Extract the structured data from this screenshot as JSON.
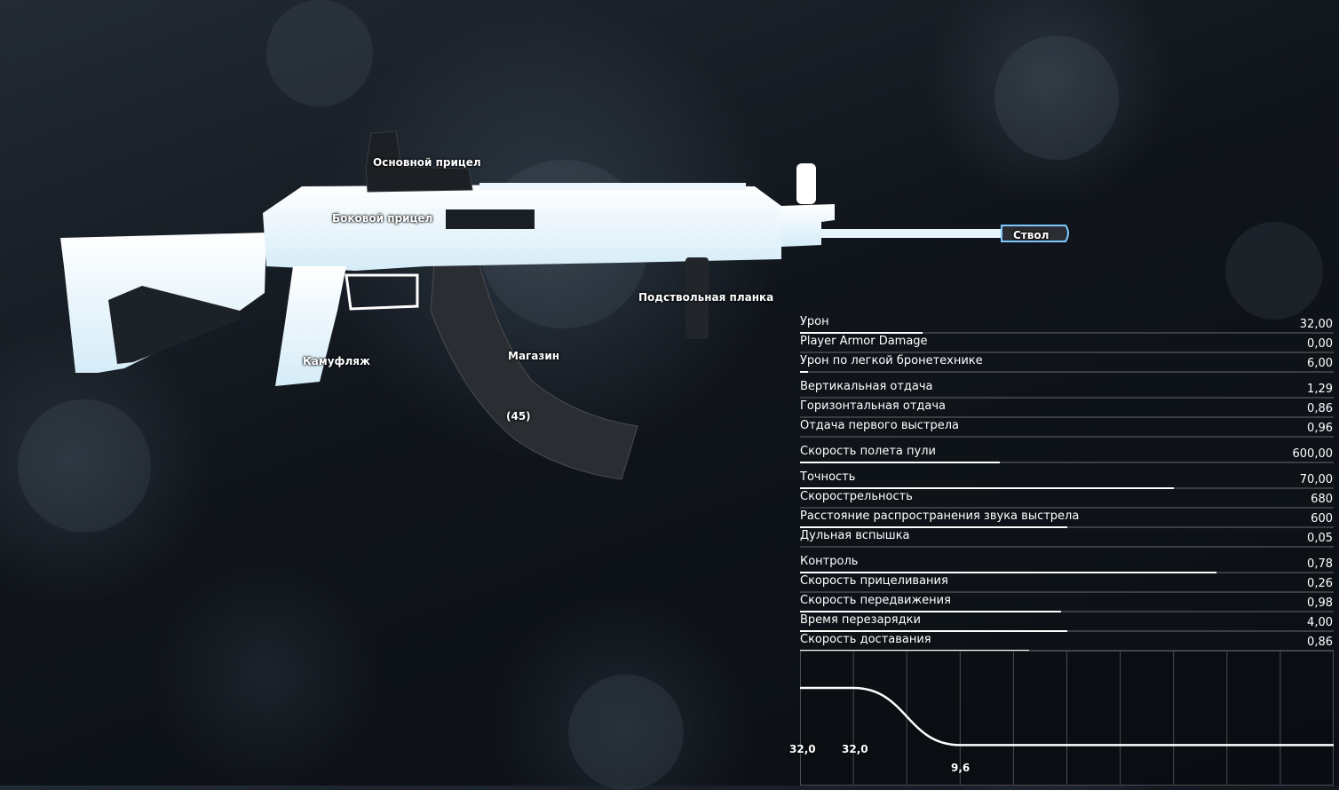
{
  "attachments": [
    {
      "id": "optic",
      "label": "Основной прицел",
      "ghost": false
    },
    {
      "id": "side-sight",
      "label": "Боковой прицел",
      "ghost": false
    },
    {
      "id": "muzzle",
      "label": "Ствол",
      "ghost": false
    },
    {
      "id": "rail",
      "label": "Подствольная планка",
      "ghost": false
    },
    {
      "id": "camo",
      "label": "Камуфляж",
      "ghost": false
    },
    {
      "id": "magazine",
      "label": "Магазин",
      "ghost": false
    },
    {
      "id": "magazine-count",
      "label": "(45)",
      "ghost": false
    }
  ],
  "stats": [
    {
      "name": "Урон",
      "value": "32,00",
      "fill": 0.23,
      "group_start": false
    },
    {
      "name": "Player Armor Damage",
      "value": "0,00",
      "fill": 0.0,
      "group_start": false
    },
    {
      "name": "Урон по легкой бронетехнике",
      "value": "6,00",
      "fill": 0.015,
      "group_start": false
    },
    {
      "name": "Вертикальная отдача",
      "value": "1,29",
      "fill": 0.0,
      "group_start": true
    },
    {
      "name": "Горизонтальная отдача",
      "value": "0,86",
      "fill": 0.0,
      "group_start": false
    },
    {
      "name": "Отдача первого выстрела",
      "value": "0,96",
      "fill": 0.0,
      "group_start": false
    },
    {
      "name": "Скорость полета пули",
      "value": "600,00",
      "fill": 0.375,
      "group_start": true
    },
    {
      "name": "Точность",
      "value": "70,00",
      "fill": 0.7,
      "group_start": true
    },
    {
      "name": "Скорострельность",
      "value": "680",
      "fill": 0.0,
      "group_start": false
    },
    {
      "name": "Расстояние распространения звука выстрела",
      "value": "600",
      "fill": 0.5,
      "group_start": false
    },
    {
      "name": "Дульная вспышка",
      "value": "0,05",
      "fill": 0.0,
      "group_start": false
    },
    {
      "name": "Контроль",
      "value": "0,78",
      "fill": 0.78,
      "group_start": true
    },
    {
      "name": "Скорость прицеливания",
      "value": "0,26",
      "fill": 0.0,
      "group_start": false
    },
    {
      "name": "Скорость передвижения",
      "value": "0,98",
      "fill": 0.49,
      "group_start": false
    },
    {
      "name": "Время перезарядки",
      "value": "4,00",
      "fill": 0.5,
      "group_start": false
    },
    {
      "name": "Скорость доставания",
      "value": "0,86",
      "fill": 0.43,
      "group_start": false
    }
  ],
  "damage_graph": {
    "labels": [
      "32,0",
      "32,0",
      "9,6"
    ],
    "points": [
      {
        "range": 0,
        "damage": 32.0
      },
      {
        "range": 1,
        "damage": 32.0
      },
      {
        "range": 3,
        "damage": 9.6
      },
      {
        "range": 10,
        "damage": 9.6
      }
    ],
    "columns": 10
  },
  "colors": {
    "weapon": "#e8f4fb",
    "accent_glow": "#7fc8ff",
    "magazine": "#2a2d31",
    "track": "#3a3d42",
    "fill": "#ffffff"
  }
}
